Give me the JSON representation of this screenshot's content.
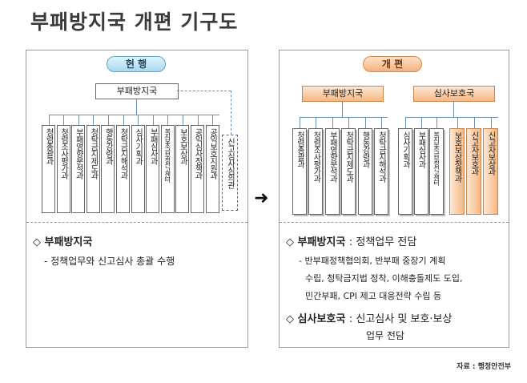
{
  "title": "부패방지국 개편 기구도",
  "arrow": "➜",
  "current": {
    "label": "현 행",
    "hq": "부패방지국",
    "divisions": [
      "청렴총괄과",
      "청렴조사평가과",
      "부패영향분석과",
      "청탁금지제도과",
      "행동강령과",
      "청탁금지해석과",
      "심사기획과",
      "부패심사과",
      "복지보조금부정신고센터",
      "보호보상과",
      "공익심사정책과",
      "공익보호지원과"
    ],
    "separate": "신고심사심의관",
    "desc_symbol": "◇",
    "desc_title": "부패방지국",
    "desc_line": "- 정책업무와 신고심사 총괄 수행"
  },
  "reform": {
    "label": "개 편",
    "hq1": "부패방지국",
    "hq2": "심사보호국",
    "hq1_divisions": [
      "청렴총괄과",
      "청렴조사평가과",
      "부패영향분석과",
      "청탁금지제도과",
      "행동강령과",
      "청탁금지해석과"
    ],
    "hq2_divisions": [
      "심사기획과",
      "부패심사과",
      "복지보조금부정신고센터"
    ],
    "hq2_new_divisions": [
      "보호보상정책과",
      "신고자보호과",
      "신고자보상과"
    ],
    "desc1_symbol": "◇",
    "desc1_title": "부패방지국",
    "desc1_suffix": ": 정책업무 전담",
    "desc1_lines": [
      "- 반부패정책협의회, 반부패 중장기 계획",
      "수립, 청탁금지법 정착, 이해충돌제도 도입,",
      "민간부패, CPI 제고 대응전략 수립 등"
    ],
    "desc2_symbol": "◇",
    "desc2_title": "심사보호국",
    "desc2_suffix": ": 신고심사 및 보호·보상",
    "desc2_line2": "업무 전담"
  },
  "source": "자료 : 행정안전부"
}
